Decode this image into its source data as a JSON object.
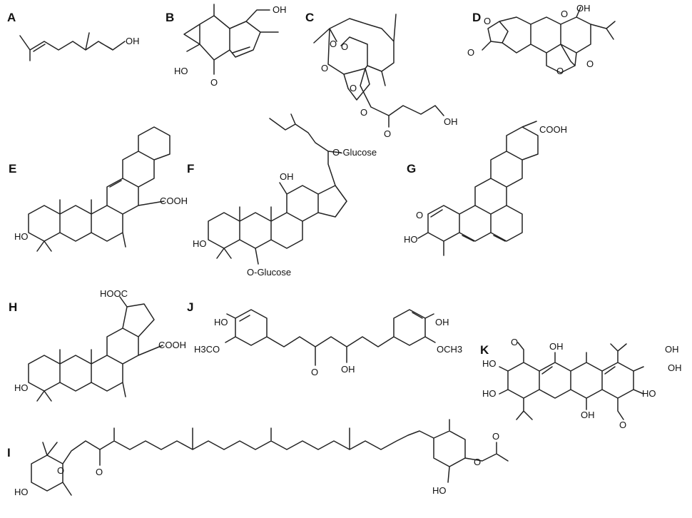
{
  "panels": [
    {
      "id": "A",
      "label": "A",
      "atoms": [
        "OH"
      ]
    },
    {
      "id": "B",
      "label": "B",
      "atoms": [
        "OH",
        "HO",
        "O"
      ]
    },
    {
      "id": "C",
      "label": "C",
      "atoms": [
        "O",
        "O",
        "O",
        "O",
        "O",
        "O",
        "OH"
      ]
    },
    {
      "id": "D",
      "label": "D",
      "atoms": [
        "O",
        "O",
        "OH",
        "O",
        "O",
        "O"
      ]
    },
    {
      "id": "E",
      "label": "E",
      "atoms": [
        "COOH",
        "HO"
      ]
    },
    {
      "id": "F",
      "label": "F",
      "atoms": [
        "O-Glucose",
        "OH",
        "HO",
        "O-Glucose"
      ]
    },
    {
      "id": "G",
      "label": "G",
      "atoms": [
        "COOH",
        "O",
        "HO"
      ]
    },
    {
      "id": "H",
      "label": "H",
      "atoms": [
        "HOOC",
        "COOH",
        "HO"
      ]
    },
    {
      "id": "J",
      "label": "J",
      "atoms": [
        "HO",
        "OH",
        "H3CO",
        "OCH3",
        "O",
        "OH"
      ]
    },
    {
      "id": "K",
      "label": "K",
      "atoms": [
        "O",
        "OH",
        "OH",
        "HO",
        "OH",
        "HO",
        "OH",
        "HO",
        "O"
      ]
    },
    {
      "id": "I",
      "label": "I",
      "atoms": [
        "O",
        "O",
        "HO",
        "HO",
        "O",
        "O"
      ]
    }
  ]
}
